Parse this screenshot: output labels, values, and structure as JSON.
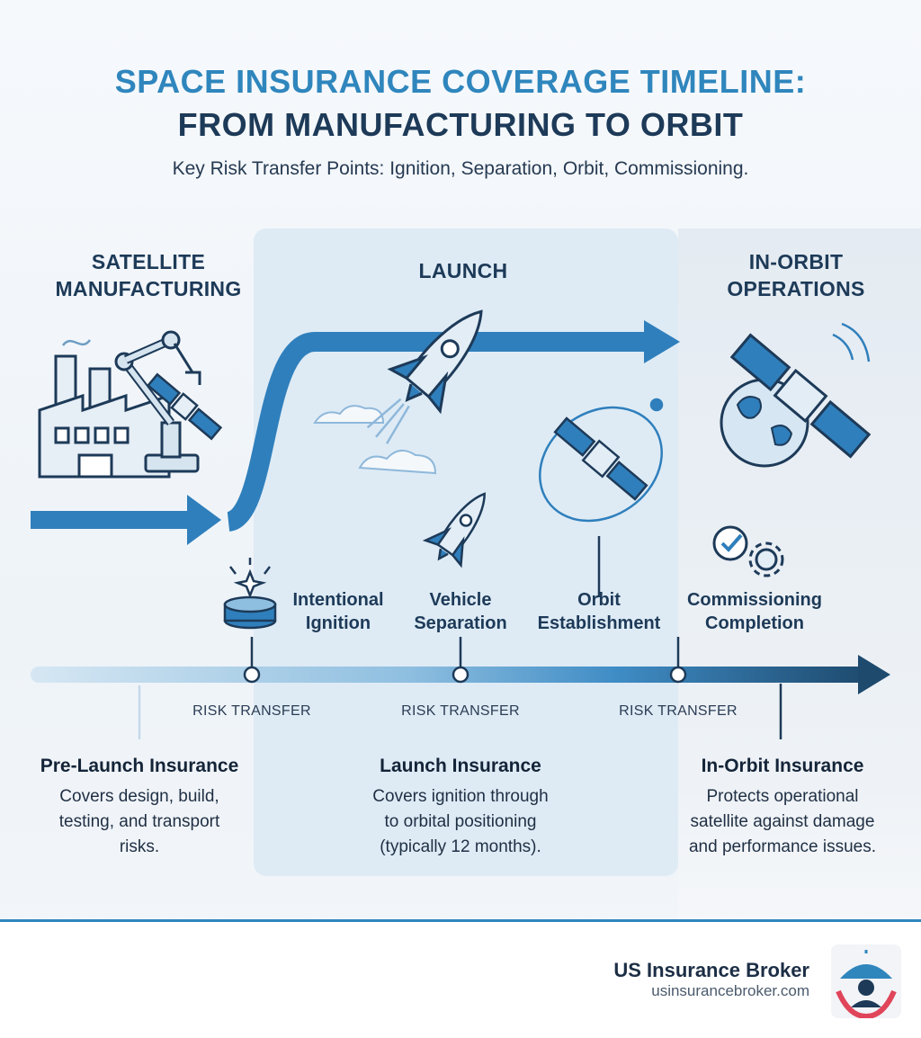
{
  "header": {
    "title_line1": "SPACE INSURANCE COVERAGE TIMELINE:",
    "title_line2": "FROM MANUFACTURING TO ORBIT",
    "subtitle": "Key Risk Transfer Points: Ignition, Separation, Orbit, Commissioning."
  },
  "phases": [
    {
      "line1": "SATELLITE",
      "line2": "MANUFACTURING"
    },
    {
      "line1": "LAUNCH",
      "line2": ""
    },
    {
      "line1": "IN-ORBIT",
      "line2": "OPERATIONS"
    }
  ],
  "events": [
    {
      "line1": "Intentional",
      "line2": "Ignition"
    },
    {
      "line1": "Vehicle",
      "line2": "Separation"
    },
    {
      "line1": "Orbit",
      "line2": "Establishment"
    },
    {
      "line1": "Commissioning",
      "line2": "Completion"
    }
  ],
  "risk_transfer_label": "RISK TRANSFER",
  "coverage": [
    {
      "title": "Pre-Launch Insurance",
      "desc": [
        "Covers design, build,",
        "testing, and transport",
        "risks."
      ]
    },
    {
      "title": "Launch Insurance",
      "desc": [
        "Covers ignition through",
        "to orbital positioning",
        "(typically 12 months)."
      ]
    },
    {
      "title": "In-Orbit Insurance",
      "desc": [
        "Protects operational",
        "satellite against damage",
        "and performance issues."
      ]
    }
  ],
  "footer": {
    "brand": "US Insurance Broker",
    "url": "usinsurancebroker.com"
  },
  "colors": {
    "title_accent": "#2f86bd",
    "title_dark": "#1d3a58",
    "arrow_blue": "#2f7fbc",
    "timeline_dark": "#1e4a6e",
    "timeline_light": "#c9dfee"
  }
}
